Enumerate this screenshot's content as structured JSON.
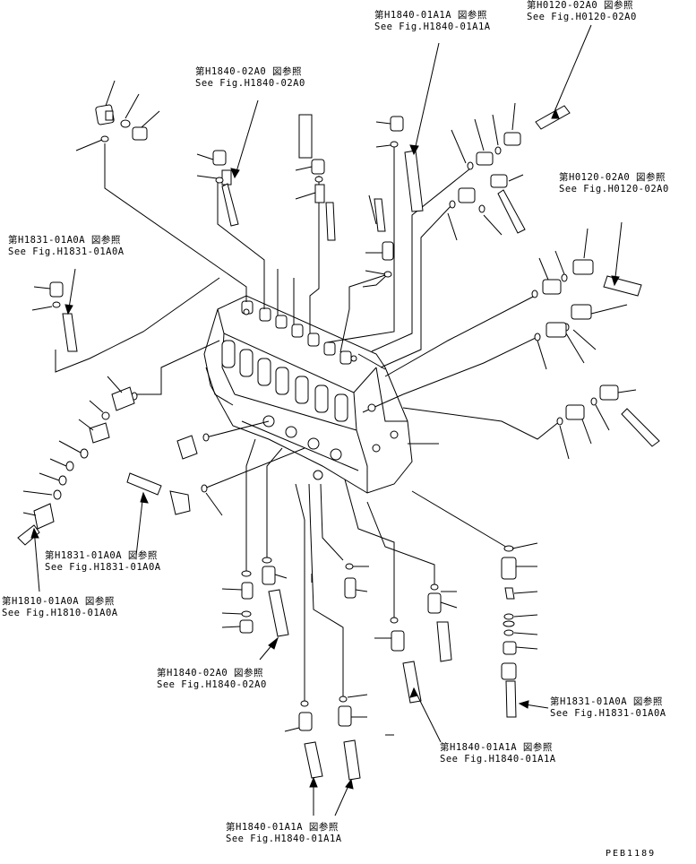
{
  "references": [
    {
      "id": "r1",
      "jp": "第H1840-01A1A 図参照",
      "en": "See Fig.H1840-01A1A"
    },
    {
      "id": "r2",
      "jp": "第H0120-02A0 図参照",
      "en": "See Fig.H0120-02A0"
    },
    {
      "id": "r3",
      "jp": "第H1840-02A0 図参照",
      "en": "See Fig.H1840-02A0"
    },
    {
      "id": "r4",
      "jp": "第H0120-02A0 図参照",
      "en": "See Fig.H0120-02A0"
    },
    {
      "id": "r5",
      "jp": "第H1831-01A0A 図参照",
      "en": "See Fig.H1831-01A0A"
    },
    {
      "id": "r6",
      "jp": "第H1831-01A0A 図参照",
      "en": "See Fig.H1831-01A0A"
    },
    {
      "id": "r7",
      "jp": "第H1810-01A0A 図参照",
      "en": "See Fig.H1810-01A0A"
    },
    {
      "id": "r8",
      "jp": "第H1840-02A0 図参照",
      "en": "See Fig.H1840-02A0"
    },
    {
      "id": "r9",
      "jp": "第H1840-01A1A 図参照",
      "en": "See Fig.H1840-01A1A"
    },
    {
      "id": "r10",
      "jp": "第H1831-01A0A 図参照",
      "en": "See Fig.H1831-01A0A"
    },
    {
      "id": "r11",
      "jp": "第H1840-01A1A 図参照",
      "en": "See Fig.H1840-01A1A"
    }
  ],
  "drawing_code": "PEB1189"
}
